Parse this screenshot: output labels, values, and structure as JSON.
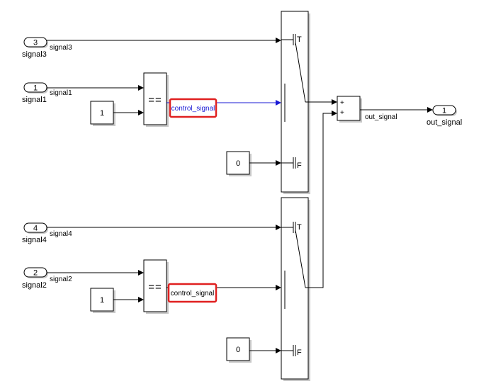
{
  "inports": [
    {
      "number": "3",
      "name": "signal3",
      "line_label": "signal3"
    },
    {
      "number": "1",
      "name": "signal1",
      "line_label": "signal1"
    },
    {
      "number": "4",
      "name": "signal4",
      "line_label": "signal4"
    },
    {
      "number": "2",
      "name": "signal2",
      "line_label": "signal2"
    }
  ],
  "constants": {
    "cmp1": "1",
    "cmp2": "1",
    "false1": "0",
    "false2": "0"
  },
  "relational": {
    "op1": "==",
    "op2": "=="
  },
  "signal_labels": {
    "control1": "control_signal",
    "control2": "control_signal"
  },
  "switch_ports": {
    "sw1_true": "T",
    "sw1_false": "F",
    "sw2_true": "T",
    "sw2_false": "F"
  },
  "sum": {
    "sign1": "+",
    "sign2": "+"
  },
  "outport": {
    "number": "1",
    "name": "out_signal",
    "line_label": "out_signal"
  },
  "colors": {
    "highlight": "#e02020",
    "control_signal_blue": "#1a1ad6"
  }
}
